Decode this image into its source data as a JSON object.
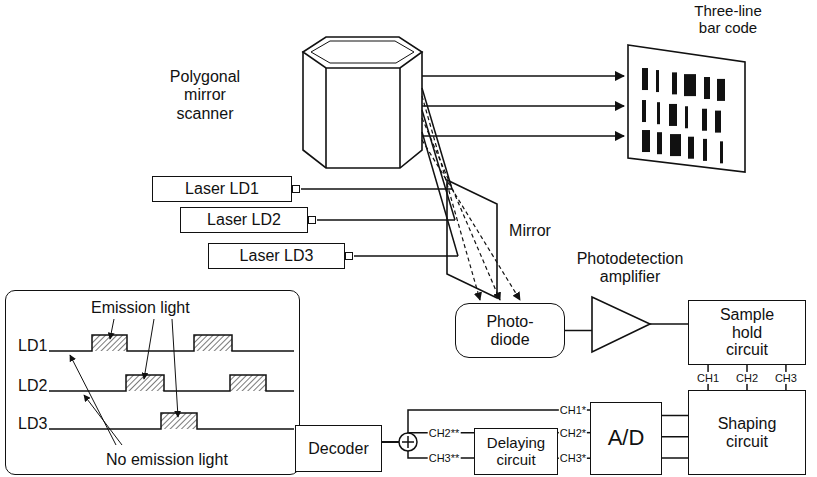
{
  "diagram": {
    "nodes": [
      {
        "text": [
          "Laser LD1"
        ]
      },
      {
        "text": [
          "Laser LD2"
        ]
      },
      {
        "text": [
          "Laser LD3"
        ]
      },
      {
        "text": [
          "Photo-diode"
        ]
      },
      {
        "text": [
          "Photodetection amplifier"
        ]
      },
      {
        "text": [
          "Sample hold circuit"
        ]
      },
      {
        "text": [
          "Emission light",
          "LD1",
          "LD2",
          "LD3",
          "No emission light"
        ]
      },
      {
        "text": [
          "Decoder"
        ]
      },
      {
        "text": [
          "Delaying circuit"
        ]
      },
      {
        "text": [
          "A/D"
        ]
      },
      {
        "text": [
          "Shaping circuit"
        ]
      }
    ],
    "edges": [
      {
        "from": 3,
        "to": 4,
        "arrow": "none"
      },
      {
        "from": 4,
        "to": 5,
        "arrow": "none"
      },
      {
        "from": 5,
        "to": 10,
        "label": "CH1",
        "arrow": "none"
      },
      {
        "from": 5,
        "to": 10,
        "label": "CH2",
        "arrow": "none"
      },
      {
        "from": 5,
        "to": 10,
        "label": "CH3",
        "arrow": "none"
      },
      {
        "from": 10,
        "to": 9,
        "arrow": "none"
      },
      {
        "from": 10,
        "to": 9,
        "arrow": "none"
      },
      {
        "from": 10,
        "to": 9,
        "arrow": "none"
      },
      {
        "from": 9,
        "to": 7,
        "label": "CH1*",
        "arrow": "none"
      },
      {
        "from": 9,
        "to": 8,
        "label": "CH2*",
        "arrow": "none"
      },
      {
        "from": 9,
        "to": 8,
        "label": "CH3*",
        "arrow": "none"
      },
      {
        "from": 8,
        "to": 7,
        "label": "CH2**",
        "arrow": "none"
      },
      {
        "from": 8,
        "to": 7,
        "label": "CH3**",
        "arrow": "none"
      }
    ],
    "labels": [
      "Polygonal mirror scanner",
      "Three-line bar code",
      "Mirror"
    ]
  }
}
